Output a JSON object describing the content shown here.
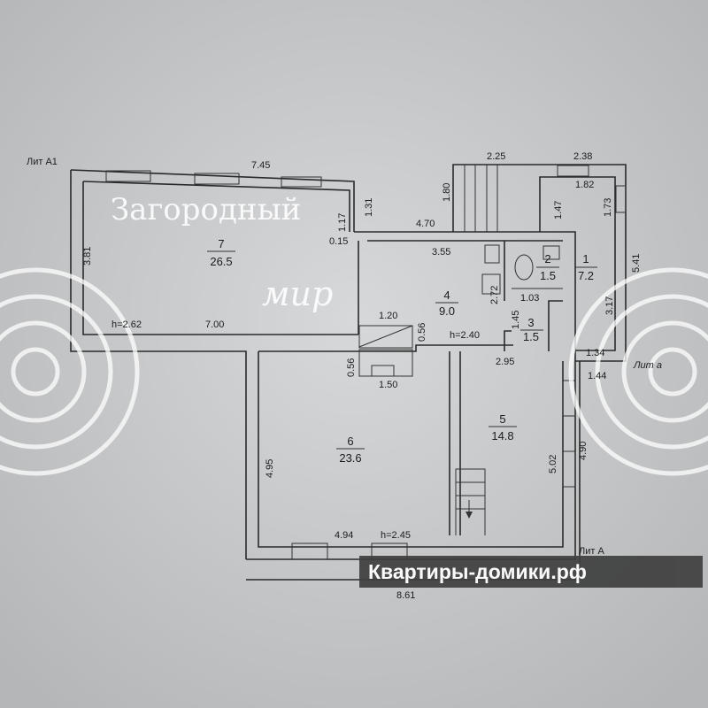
{
  "plan": {
    "lit_a1": "Лит А1",
    "lit_a": "Лит А",
    "lit_a_right": "Лит а",
    "rooms": [
      {
        "number": "1",
        "area": "7.2"
      },
      {
        "number": "2",
        "area": "1.5"
      },
      {
        "number": "3",
        "area": "1.5"
      },
      {
        "number": "4",
        "area": "9.0"
      },
      {
        "number": "5",
        "area": "14.8"
      },
      {
        "number": "6",
        "area": "23.6"
      },
      {
        "number": "7",
        "area": "26.5"
      }
    ],
    "heights": {
      "room7": "h=2.62",
      "room4": "h=2.40",
      "room6": "h=2.45"
    },
    "dimensions": {
      "d745": "7.45",
      "d381": "3.81",
      "d117": "1.17",
      "d131": "1.31",
      "d015": "0.15",
      "d700": "7.00",
      "d225": "2.25",
      "d238": "2.38",
      "d182": "1.82",
      "d180": "1.80",
      "d470": "4.70",
      "d147": "1.47",
      "d173": "1.73",
      "d541": "5.41",
      "d355": "3.55",
      "d272": "2.72",
      "d103": "1.03",
      "d145": "1.45",
      "d317": "3.17",
      "d120": "1.20",
      "d056a": "0.56",
      "d056b": "0.56",
      "d150": "1.50",
      "d295": "2.95",
      "d134": "1.34",
      "d144": "1.44",
      "d495": "4.95",
      "d494": "4.94",
      "d861": "8.61",
      "d502": "5.02",
      "d490": "4.90"
    }
  },
  "watermark": {
    "line1": "Загородный",
    "line2": "мир"
  },
  "banner": {
    "text": "Квартиры-домики.рф"
  }
}
